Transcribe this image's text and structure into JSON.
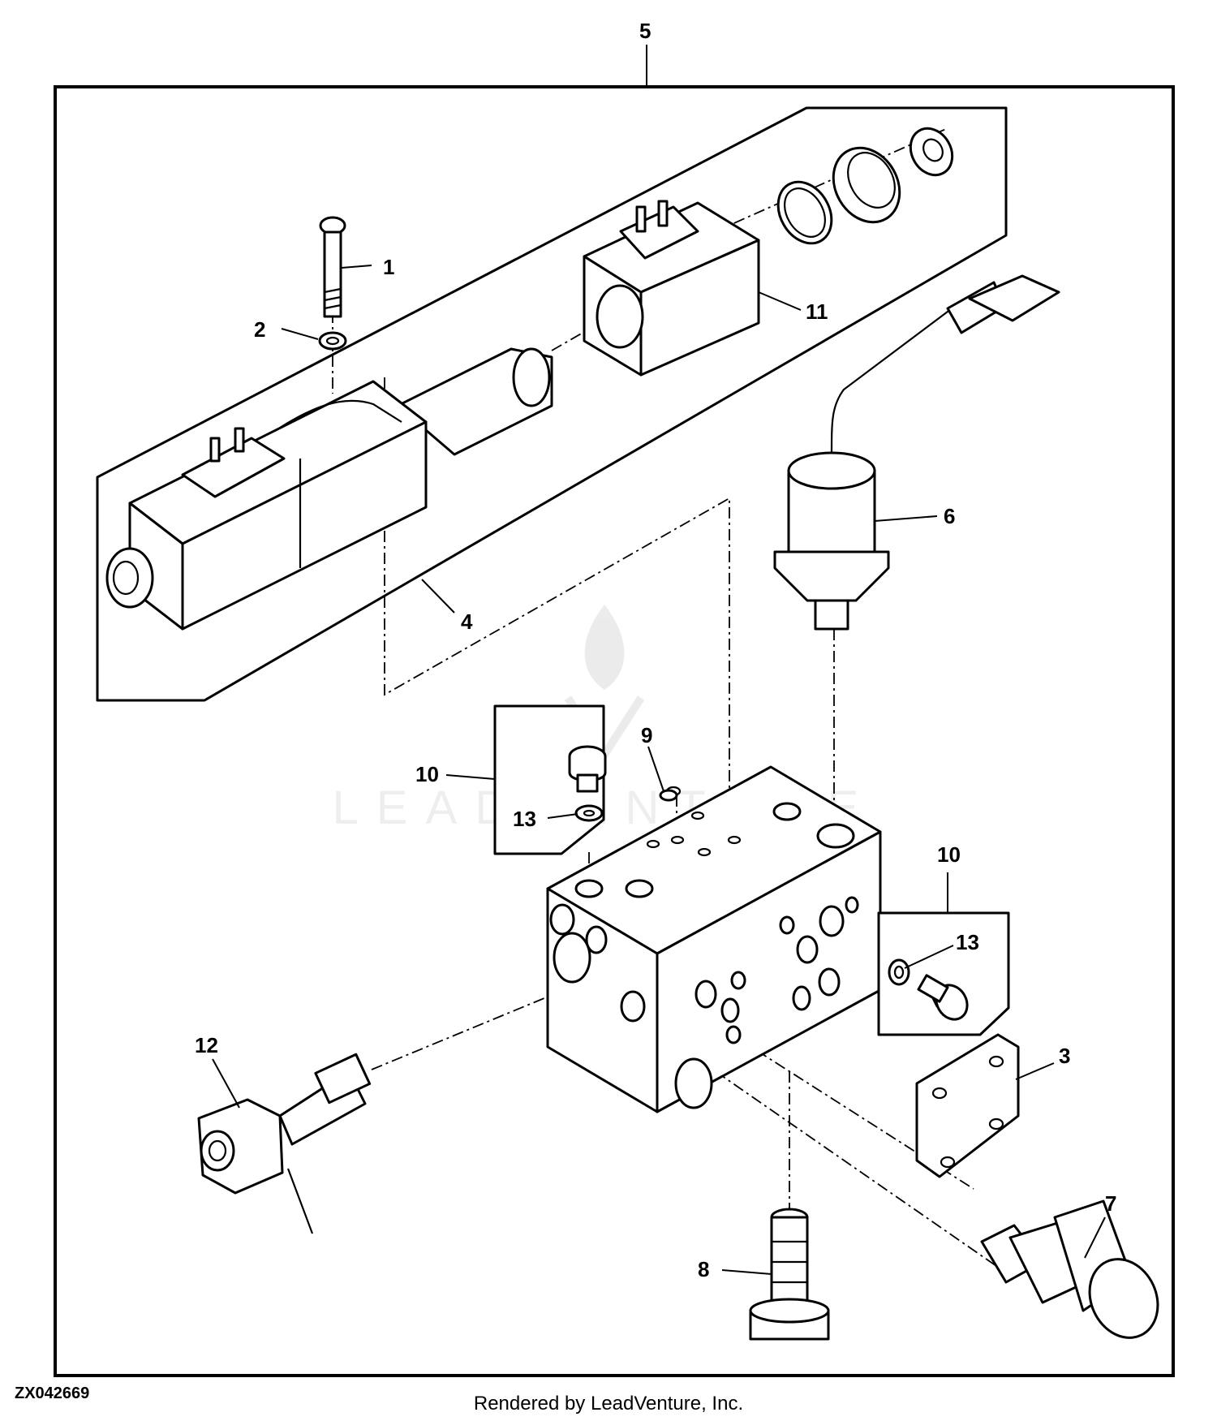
{
  "callouts": {
    "c1": "1",
    "c2": "2",
    "c3": "3",
    "c4": "4",
    "c5": "5",
    "c6": "6",
    "c7": "7",
    "c8": "8",
    "c9": "9",
    "c10a": "10",
    "c10b": "10",
    "c11": "11",
    "c12": "12",
    "c13a": "13",
    "c13b": "13"
  },
  "figure_id": "ZX042669",
  "credit": "Rendered by LeadVenture, Inc.",
  "watermark": "LEADVENTURE"
}
